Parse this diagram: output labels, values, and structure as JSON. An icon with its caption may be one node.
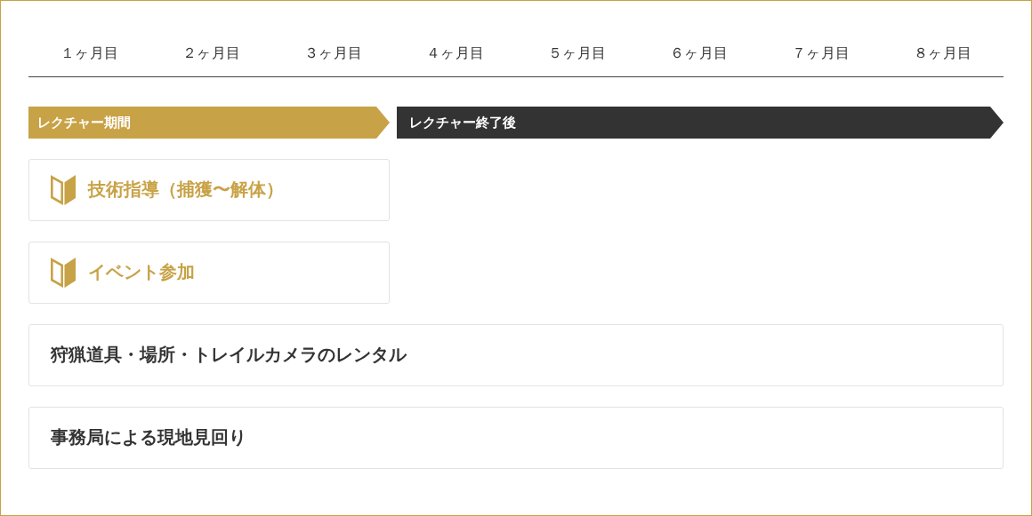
{
  "diagram": {
    "nodes": [
      {
        "text": [
          "レクチャー期間"
        ]
      },
      {
        "text": [
          "レクチャー終了後"
        ]
      },
      {
        "text": [
          "技術指導（捕獲〜解体）"
        ]
      },
      {
        "text": [
          "イベント参加"
        ]
      },
      {
        "text": [
          "狩猟道具・場所・トレイルカメラのレンタル"
        ]
      },
      {
        "text": [
          "事務局による現地見回り"
        ]
      }
    ],
    "labels": [
      "１ヶ月目",
      "２ヶ月目",
      "３ヶ月目",
      "４ヶ月目",
      "５ヶ月目",
      "６ヶ月目",
      "７ヶ月目",
      "８ヶ月目"
    ]
  }
}
